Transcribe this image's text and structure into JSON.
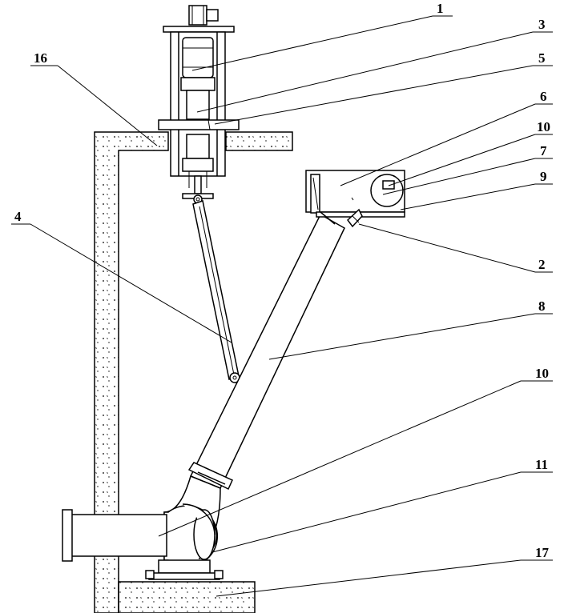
{
  "labels": {
    "l1": "1",
    "l3": "3",
    "l5": "5",
    "l16": "16",
    "l6": "6",
    "l10a": "10",
    "l7": "7",
    "l9": "9",
    "l4": "4",
    "l2": "2",
    "l8": "8",
    "l10b": "10",
    "l11": "11",
    "l17": "17"
  }
}
